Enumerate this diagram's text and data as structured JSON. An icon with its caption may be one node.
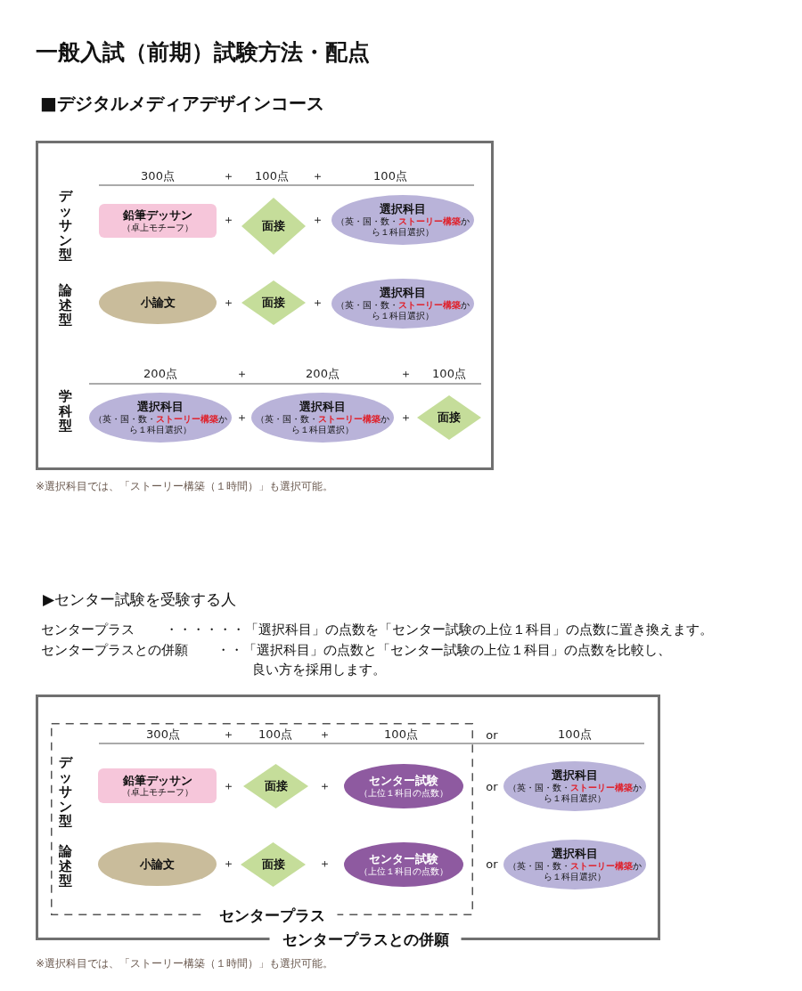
{
  "diagram": {
    "title": "一般入試（前期）試験方法・配点",
    "nodes": [
      {
        "text": [],
        "shape": "box"
      },
      {
        "text": [
          "鉛筆デッサン",
          "（卓上モチーフ）"
        ],
        "in": 0
      },
      {
        "text": [
          "面接"
        ],
        "in": 0
      },
      {
        "text": [
          "選択科目",
          "（英・国・数・**ストーリー構築**から１科目選択）"
        ],
        "in": 0
      },
      {
        "text": [
          "小論文"
        ],
        "in": 0
      },
      {
        "text": [
          "面接"
        ],
        "in": 0
      },
      {
        "text": [
          "選択科目",
          "（英・国・数・**ストーリー構築**から１科目選択）"
        ],
        "in": 0
      },
      {
        "text": [
          "選択科目",
          "（英・国・数・**ストーリー構築**から１科目選択）"
        ],
        "in": 0
      },
      {
        "text": [
          "選択科目",
          "（英・国・数・**ストーリー構築**から１科目選択）"
        ],
        "in": 0
      },
      {
        "text": [
          "面接"
        ],
        "in": 0
      },
      {
        "text": [
          "センタープラスとの併願"
        ]
      },
      {
        "text": [
          "センタープラス"
        ],
        "in": 10
      },
      {
        "text": [
          "鉛筆デッサン",
          "（卓上モチーフ）"
        ],
        "in": 11
      },
      {
        "text": [
          "面接"
        ],
        "in": 11
      },
      {
        "text": [
          "センター試験",
          "（上位１科目の点数）"
        ],
        "in": 11
      },
      {
        "text": [
          "選択科目",
          "（英・国・数・**ストーリー構築**から１科目選択）"
        ],
        "in": 10
      },
      {
        "text": [
          "小論文"
        ],
        "in": 11
      },
      {
        "text": [
          "面接"
        ],
        "in": 11
      },
      {
        "text": [
          "センター試験",
          "（上位１科目の点数）"
        ],
        "in": 11
      },
      {
        "text": [
          "選択科目",
          "（英・国・数・**ストーリー構築**から１科目選択）"
        ],
        "in": 10
      }
    ],
    "labels": [
      "■デジタルメディアデザインコース",
      "300点",
      "＋",
      "100点",
      "＋",
      "100点",
      "デッサン型",
      "＋",
      "＋",
      "論述型",
      "＋",
      "＋",
      "200点",
      "＋",
      "200点",
      "＋",
      "100点",
      "学科型",
      "＋",
      "＋",
      "※選択科目では、「ストーリー構築（１時間）」も選択可能。",
      "▶センター試験を受験する人",
      "センタープラス",
      "・・・・・・「選択科目」の点数を「センター試験の上位１科目」の点数に置き換えます。",
      "センタープラスとの併願",
      "・・「選択科目」の点数と「センター試験の上位１科目」の点数を比較し、良い方を採用します。",
      "300点",
      "＋",
      "100点",
      "＋",
      "100点",
      "or",
      "100点",
      "デッサン型",
      "＋",
      "＋",
      "or",
      "論述型",
      "＋",
      "＋",
      "or",
      "※選択科目では、「ストーリー構築（１時間）」も選択可能。"
    ]
  }
}
